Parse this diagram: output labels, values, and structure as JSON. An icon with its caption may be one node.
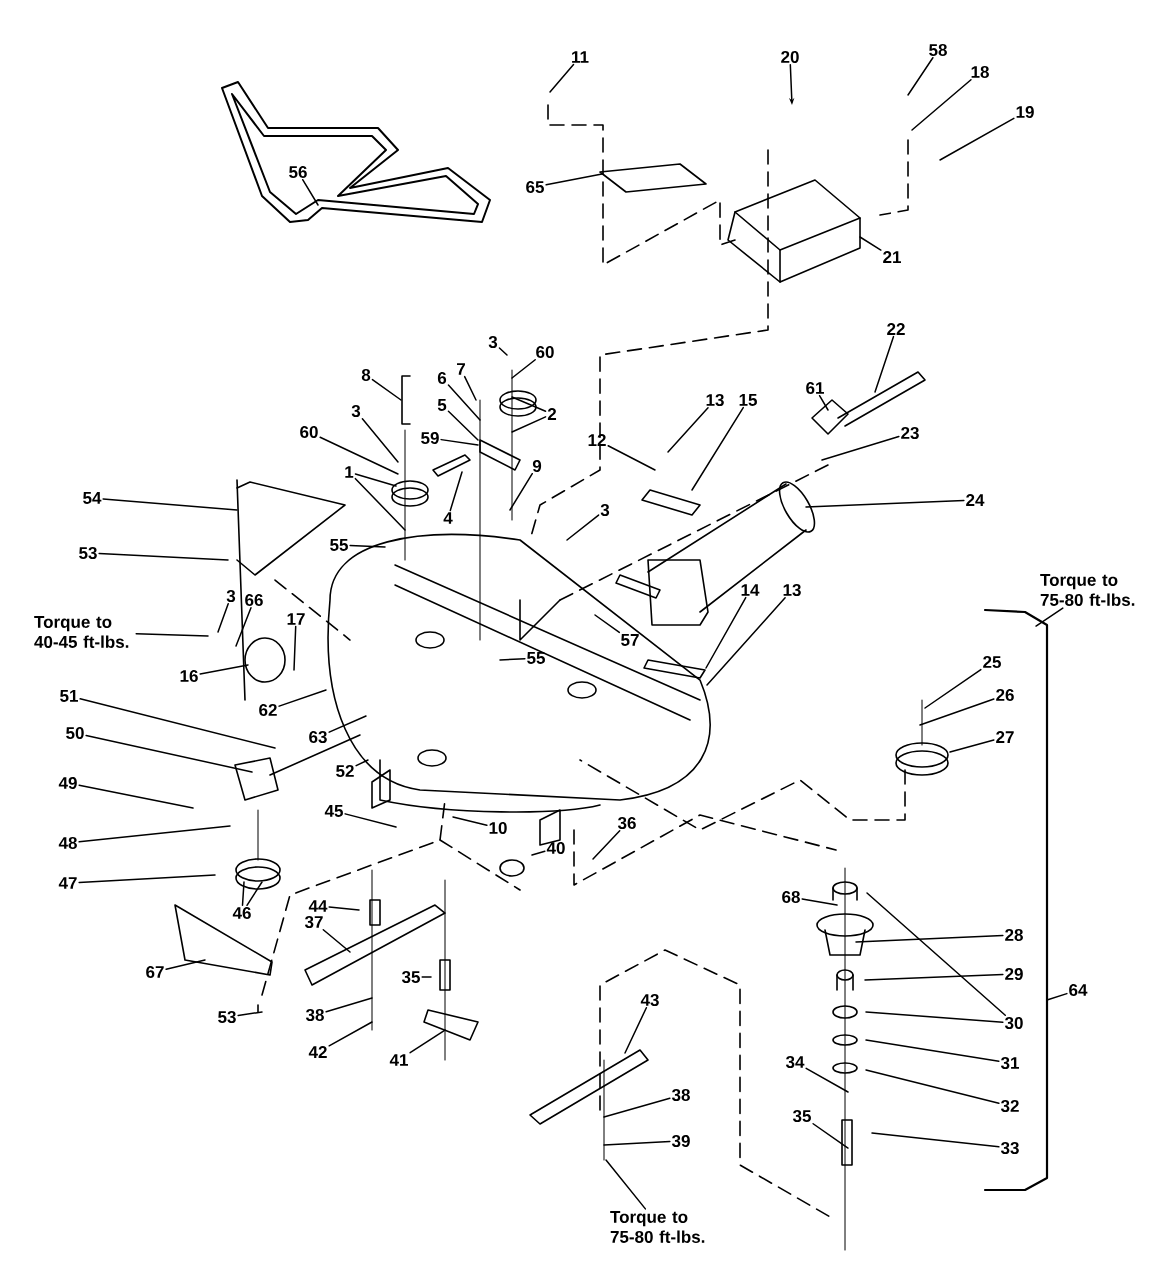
{
  "diagram": {
    "nodes": [
      {
        "text": [
          "56"
        ]
      },
      {
        "text": [
          "11"
        ]
      },
      {
        "text": [
          "20"
        ]
      },
      {
        "text": [
          "58"
        ]
      },
      {
        "text": [
          "18"
        ]
      },
      {
        "text": [
          "19"
        ]
      },
      {
        "text": [
          "65"
        ]
      },
      {
        "text": [
          "21"
        ]
      },
      {
        "text": [
          "22"
        ]
      },
      {
        "text": [
          "61"
        ]
      },
      {
        "text": [
          "23"
        ]
      },
      {
        "text": [
          "24"
        ]
      },
      {
        "text": [
          "13"
        ]
      },
      {
        "text": [
          "15"
        ]
      },
      {
        "text": [
          "12"
        ]
      },
      {
        "text": [
          "3"
        ]
      },
      {
        "text": [
          "60"
        ]
      },
      {
        "text": [
          "8"
        ]
      },
      {
        "text": [
          "6"
        ]
      },
      {
        "text": [
          "5"
        ]
      },
      {
        "text": [
          "7"
        ]
      },
      {
        "text": [
          "59"
        ]
      },
      {
        "text": [
          "4"
        ]
      },
      {
        "text": [
          "2"
        ]
      },
      {
        "text": [
          "9"
        ]
      },
      {
        "text": [
          "3"
        ]
      },
      {
        "text": [
          "60"
        ]
      },
      {
        "text": [
          "1"
        ]
      },
      {
        "text": [
          "54"
        ]
      },
      {
        "text": [
          "53"
        ]
      },
      {
        "text": [
          "55"
        ]
      },
      {
        "text": [
          "3"
        ]
      },
      {
        "text": [
          "66"
        ]
      },
      {
        "text": [
          "Torque to 40-45 ft-lbs."
        ]
      },
      {
        "text": [
          "17"
        ]
      },
      {
        "text": [
          "16"
        ]
      },
      {
        "text": [
          "55"
        ]
      },
      {
        "text": [
          "3"
        ]
      },
      {
        "text": [
          "57"
        ]
      },
      {
        "text": [
          "14"
        ]
      },
      {
        "text": [
          "13"
        ]
      },
      {
        "text": [
          "51"
        ]
      },
      {
        "text": [
          "62"
        ]
      },
      {
        "text": [
          "63"
        ]
      },
      {
        "text": [
          "50"
        ]
      },
      {
        "text": [
          "52"
        ]
      },
      {
        "text": [
          "49"
        ]
      },
      {
        "text": [
          "48"
        ]
      },
      {
        "text": [
          "45"
        ]
      },
      {
        "text": [
          "10"
        ]
      },
      {
        "text": [
          "36"
        ]
      },
      {
        "text": [
          "47"
        ]
      },
      {
        "text": [
          "46"
        ]
      },
      {
        "text": [
          "40"
        ]
      },
      {
        "text": [
          "44"
        ]
      },
      {
        "text": [
          "37"
        ]
      },
      {
        "text": [
          "67"
        ]
      },
      {
        "text": [
          "35"
        ]
      },
      {
        "text": [
          "53"
        ]
      },
      {
        "text": [
          "38"
        ]
      },
      {
        "text": [
          "42"
        ]
      },
      {
        "text": [
          "41"
        ]
      },
      {
        "text": [
          "43"
        ]
      },
      {
        "text": [
          "38"
        ]
      },
      {
        "text": [
          "39"
        ]
      },
      {
        "text": [
          "Torque to 75-80 ft-lbs."
        ]
      },
      {
        "text": [
          "68"
        ]
      },
      {
        "text": [
          "28"
        ]
      },
      {
        "text": [
          "29"
        ]
      },
      {
        "text": [
          "30"
        ]
      },
      {
        "text": [
          "31"
        ]
      },
      {
        "text": [
          "32"
        ]
      },
      {
        "text": [
          "34"
        ]
      },
      {
        "text": [
          "35"
        ]
      },
      {
        "text": [
          "33"
        ]
      },
      {
        "text": [
          "64"
        ]
      },
      {
        "text": [
          "Torque to 75-80 ft-lbs."
        ]
      },
      {
        "text": [
          "25"
        ]
      },
      {
        "text": [
          "26"
        ]
      },
      {
        "text": [
          "27"
        ]
      }
    ],
    "edges": [
      {
        "from": 0,
        "to": null,
        "arrow": "none"
      },
      {
        "from": 1,
        "to": null,
        "arrow": "none"
      },
      {
        "from": 2,
        "to": null,
        "arrow": "to"
      },
      {
        "from": 3,
        "to": null,
        "arrow": "none"
      },
      {
        "from": 4,
        "to": null,
        "arrow": "none"
      },
      {
        "from": 5,
        "to": null,
        "arrow": "none"
      },
      {
        "from": 6,
        "to": null,
        "arrow": "none"
      },
      {
        "from": 7,
        "to": null,
        "arrow": "none"
      },
      {
        "from": 8,
        "to": null,
        "arrow": "none"
      },
      {
        "from": 9,
        "to": null,
        "arrow": "none"
      },
      {
        "from": 10,
        "to": null,
        "arrow": "none"
      },
      {
        "from": 11,
        "to": null,
        "arrow": "none"
      },
      {
        "from": 12,
        "to": null,
        "arrow": "none"
      },
      {
        "from": 13,
        "to": null,
        "arrow": "none"
      },
      {
        "from": 14,
        "to": null,
        "arrow": "none"
      },
      {
        "from": 15,
        "to": null,
        "arrow": "none"
      },
      {
        "from": 16,
        "to": null,
        "arrow": "none"
      },
      {
        "from": 17,
        "to": null,
        "arrow": "none"
      },
      {
        "from": 18,
        "to": null,
        "arrow": "none"
      },
      {
        "from": 19,
        "to": null,
        "arrow": "none"
      },
      {
        "from": 20,
        "to": null,
        "arrow": "none"
      },
      {
        "from": 21,
        "to": null,
        "arrow": "none"
      },
      {
        "from": 22,
        "to": null,
        "arrow": "none"
      },
      {
        "from": 23,
        "to": null,
        "arrow": "none"
      },
      {
        "from": 23,
        "to": null,
        "arrow": "none"
      },
      {
        "from": 24,
        "to": null,
        "arrow": "none"
      },
      {
        "from": 25,
        "to": null,
        "arrow": "none"
      },
      {
        "from": 26,
        "to": null,
        "arrow": "none"
      },
      {
        "from": 27,
        "to": null,
        "arrow": "none"
      },
      {
        "from": 27,
        "to": null,
        "arrow": "none"
      },
      {
        "from": 28,
        "to": null,
        "arrow": "none"
      },
      {
        "from": 29,
        "to": null,
        "arrow": "none"
      },
      {
        "from": 30,
        "to": null,
        "arrow": "none"
      },
      {
        "from": 31,
        "to": null,
        "arrow": "none"
      },
      {
        "from": 32,
        "to": null,
        "arrow": "none"
      },
      {
        "from": 33,
        "to": null,
        "arrow": "none"
      },
      {
        "from": 34,
        "to": null,
        "arrow": "none"
      },
      {
        "from": 35,
        "to": null,
        "arrow": "none"
      },
      {
        "from": 36,
        "to": null,
        "arrow": "none"
      },
      {
        "from": 37,
        "to": null,
        "arrow": "none"
      },
      {
        "from": 38,
        "to": null,
        "arrow": "none"
      },
      {
        "from": 39,
        "to": null,
        "arrow": "none"
      },
      {
        "from": 40,
        "to": null,
        "arrow": "none"
      },
      {
        "from": 41,
        "to": null,
        "arrow": "none"
      },
      {
        "from": 42,
        "to": null,
        "arrow": "none"
      },
      {
        "from": 43,
        "to": null,
        "arrow": "none"
      },
      {
        "from": 44,
        "to": null,
        "arrow": "none"
      },
      {
        "from": 45,
        "to": null,
        "arrow": "none"
      },
      {
        "from": 46,
        "to": null,
        "arrow": "none"
      },
      {
        "from": 47,
        "to": null,
        "arrow": "none"
      },
      {
        "from": 48,
        "to": null,
        "arrow": "none"
      },
      {
        "from": 49,
        "to": null,
        "arrow": "none"
      },
      {
        "from": 50,
        "to": null,
        "arrow": "none"
      },
      {
        "from": 51,
        "to": null,
        "arrow": "none"
      },
      {
        "from": 52,
        "to": null,
        "arrow": "none"
      },
      {
        "from": 52,
        "to": null,
        "arrow": "none"
      },
      {
        "from": 53,
        "to": null,
        "arrow": "none"
      },
      {
        "from": 54,
        "to": null,
        "arrow": "none"
      },
      {
        "from": 55,
        "to": null,
        "arrow": "none"
      },
      {
        "from": 56,
        "to": null,
        "arrow": "none"
      },
      {
        "from": 57,
        "to": null,
        "arrow": "none"
      },
      {
        "from": 58,
        "to": null,
        "arrow": "none"
      },
      {
        "from": 59,
        "to": null,
        "arrow": "none"
      },
      {
        "from": 60,
        "to": null,
        "arrow": "none"
      },
      {
        "from": 61,
        "to": null,
        "arrow": "none"
      },
      {
        "from": 62,
        "to": null,
        "arrow": "none"
      },
      {
        "from": 63,
        "to": null,
        "arrow": "none"
      },
      {
        "from": 64,
        "to": null,
        "arrow": "none"
      },
      {
        "from": 65,
        "to": null,
        "arrow": "none"
      },
      {
        "from": 66,
        "to": null,
        "arrow": "none"
      },
      {
        "from": 67,
        "to": null,
        "arrow": "none"
      },
      {
        "from": 68,
        "to": null,
        "arrow": "none"
      },
      {
        "from": 69,
        "to": null,
        "arrow": "none"
      },
      {
        "from": 69,
        "to": null,
        "arrow": "none"
      },
      {
        "from": 70,
        "to": null,
        "arrow": "none"
      },
      {
        "from": 71,
        "to": null,
        "arrow": "none"
      },
      {
        "from": 72,
        "to": null,
        "arrow": "none"
      },
      {
        "from": 73,
        "to": null,
        "arrow": "none"
      },
      {
        "from": 74,
        "to": null,
        "arrow": "none"
      },
      {
        "from": 75,
        "to": null,
        "arrow": "none"
      },
      {
        "from": 76,
        "to": null,
        "arrow": "none"
      },
      {
        "from": 77,
        "to": null,
        "arrow": "none"
      },
      {
        "from": 78,
        "to": null,
        "arrow": "none"
      },
      {
        "from": 79,
        "to": null,
        "arrow": "none"
      }
    ]
  }
}
